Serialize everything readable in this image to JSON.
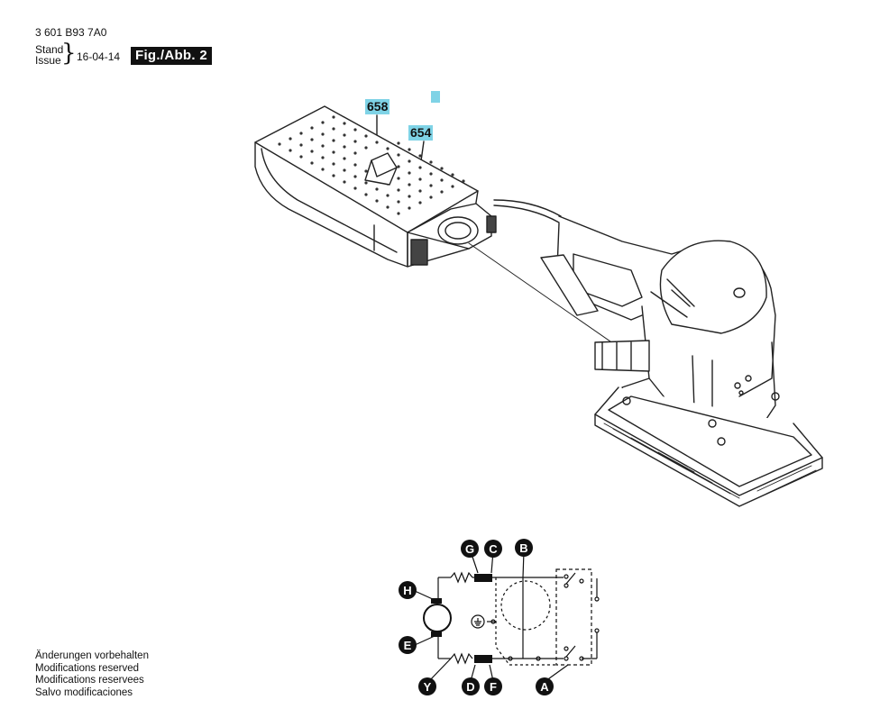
{
  "header": {
    "doc_number": "3 601 B93 7A0",
    "stand_label": "Stand",
    "issue_label": "Issue",
    "date": "16-04-14",
    "figure_label": "Fig./Abb. 2"
  },
  "parts": [
    {
      "number": "658"
    },
    {
      "number": "654"
    }
  ],
  "wiring_labels": {
    "G": "G",
    "C": "C",
    "B": "B",
    "H": "H",
    "E": "E",
    "Y": "Y",
    "D": "D",
    "F": "F",
    "A": "A"
  },
  "notes": [
    "Änderungen vorbehalten",
    "Modifications reserved",
    "Modifications reservees",
    "Salvo modificaciones"
  ]
}
